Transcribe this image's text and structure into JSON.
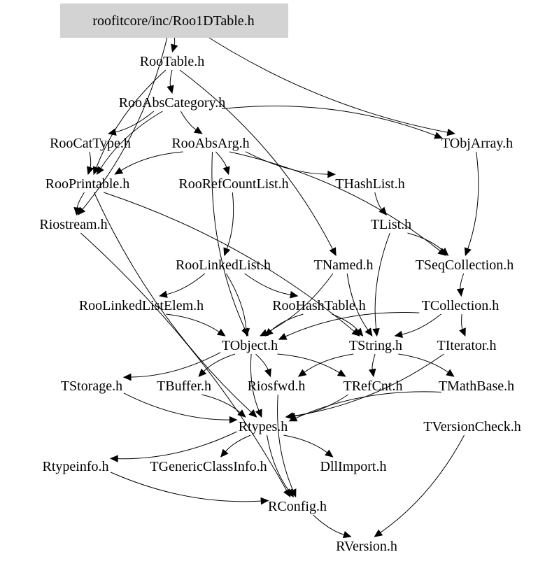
{
  "diagram": {
    "type": "include-dependency-graph",
    "root": "roofitcore/inc/Roo1DTable.h",
    "colors": {
      "root_fill": "#d3d3d3",
      "edge": "#000000",
      "background": "#ffffff"
    },
    "nodes": [
      {
        "id": "root",
        "label": "roofitcore/inc/Roo1DTable.h",
        "highlight": true
      },
      {
        "id": "RooTable",
        "label": "RooTable.h"
      },
      {
        "id": "RooAbsCategory",
        "label": "RooAbsCategory.h"
      },
      {
        "id": "RooCatType",
        "label": "RooCatType.h"
      },
      {
        "id": "RooAbsArg",
        "label": "RooAbsArg.h"
      },
      {
        "id": "TObjArray",
        "label": "TObjArray.h"
      },
      {
        "id": "RooPrintable",
        "label": "RooPrintable.h"
      },
      {
        "id": "RooRefCountList",
        "label": "RooRefCountList.h"
      },
      {
        "id": "THashList",
        "label": "THashList.h"
      },
      {
        "id": "Riostream",
        "label": "Riostream.h"
      },
      {
        "id": "TList",
        "label": "TList.h"
      },
      {
        "id": "RooLinkedList",
        "label": "RooLinkedList.h"
      },
      {
        "id": "TNamed",
        "label": "TNamed.h"
      },
      {
        "id": "TSeqCollection",
        "label": "TSeqCollection.h"
      },
      {
        "id": "RooLinkedListElem",
        "label": "RooLinkedListElem.h"
      },
      {
        "id": "RooHashTable",
        "label": "RooHashTable.h"
      },
      {
        "id": "TCollection",
        "label": "TCollection.h"
      },
      {
        "id": "TObject",
        "label": "TObject.h"
      },
      {
        "id": "TString",
        "label": "TString.h"
      },
      {
        "id": "TIterator",
        "label": "TIterator.h"
      },
      {
        "id": "TStorage",
        "label": "TStorage.h"
      },
      {
        "id": "TBuffer",
        "label": "TBuffer.h"
      },
      {
        "id": "Riosfwd",
        "label": "Riosfwd.h"
      },
      {
        "id": "TRefCnt",
        "label": "TRefCnt.h"
      },
      {
        "id": "TMathBase",
        "label": "TMathBase.h"
      },
      {
        "id": "Rtypes",
        "label": "Rtypes.h"
      },
      {
        "id": "TVersionCheck",
        "label": "TVersionCheck.h"
      },
      {
        "id": "Rtypeinfo",
        "label": "Rtypeinfo.h"
      },
      {
        "id": "TGenericClassInfo",
        "label": "TGenericClassInfo.h"
      },
      {
        "id": "DllImport",
        "label": "DllImport.h"
      },
      {
        "id": "RConfig",
        "label": "RConfig.h"
      },
      {
        "id": "RVersion",
        "label": "RVersion.h"
      }
    ],
    "edges": [
      [
        "root",
        "RooTable"
      ],
      [
        "root",
        "TObjArray"
      ],
      [
        "root",
        "Riostream"
      ],
      [
        "RooTable",
        "RooAbsCategory"
      ],
      [
        "RooTable",
        "TNamed"
      ],
      [
        "RooTable",
        "RooPrintable"
      ],
      [
        "RooAbsCategory",
        "RooCatType"
      ],
      [
        "RooAbsCategory",
        "RooAbsArg"
      ],
      [
        "RooAbsCategory",
        "TObjArray"
      ],
      [
        "RooAbsCategory",
        "RooPrintable"
      ],
      [
        "RooCatType",
        "RooPrintable"
      ],
      [
        "RooAbsArg",
        "RooPrintable"
      ],
      [
        "RooAbsArg",
        "RooRefCountList"
      ],
      [
        "RooAbsArg",
        "THashList"
      ],
      [
        "RooAbsArg",
        "TSeqCollection"
      ],
      [
        "RooAbsArg",
        "TObject"
      ],
      [
        "TObjArray",
        "TSeqCollection"
      ],
      [
        "RooPrintable",
        "Riostream"
      ],
      [
        "RooPrintable",
        "TString"
      ],
      [
        "RooPrintable",
        "Rtypes"
      ],
      [
        "RooRefCountList",
        "RooLinkedList"
      ],
      [
        "THashList",
        "TList"
      ],
      [
        "TList",
        "TSeqCollection"
      ],
      [
        "TList",
        "TString"
      ],
      [
        "RooLinkedList",
        "RooLinkedListElem"
      ],
      [
        "RooLinkedList",
        "RooHashTable"
      ],
      [
        "RooLinkedList",
        "TObject"
      ],
      [
        "TNamed",
        "TString"
      ],
      [
        "TNamed",
        "TObject"
      ],
      [
        "TSeqCollection",
        "TCollection"
      ],
      [
        "RooLinkedListElem",
        "TObject"
      ],
      [
        "RooHashTable",
        "TObject"
      ],
      [
        "RooHashTable",
        "TString"
      ],
      [
        "TCollection",
        "TObject"
      ],
      [
        "TCollection",
        "TString"
      ],
      [
        "TCollection",
        "TIterator"
      ],
      [
        "TObject",
        "TStorage"
      ],
      [
        "TObject",
        "TBuffer"
      ],
      [
        "TObject",
        "Riosfwd"
      ],
      [
        "TObject",
        "Rtypes"
      ],
      [
        "TObject",
        "TRefCnt"
      ],
      [
        "TString",
        "TRefCnt"
      ],
      [
        "TString",
        "TMathBase"
      ],
      [
        "TString",
        "Riosfwd"
      ],
      [
        "TIterator",
        "Rtypes"
      ],
      [
        "TStorage",
        "Rtypes"
      ],
      [
        "TBuffer",
        "Rtypes"
      ],
      [
        "Riosfwd",
        "RConfig"
      ],
      [
        "TRefCnt",
        "Rtypes"
      ],
      [
        "TMathBase",
        "Rtypes"
      ],
      [
        "Rtypes",
        "Rtypeinfo"
      ],
      [
        "Rtypes",
        "TGenericClassInfo"
      ],
      [
        "Rtypes",
        "DllImport"
      ],
      [
        "Rtypes",
        "RConfig"
      ],
      [
        "Riostream",
        "RConfig"
      ],
      [
        "Rtypeinfo",
        "RConfig"
      ],
      [
        "TVersionCheck",
        "RVersion"
      ],
      [
        "RConfig",
        "RVersion"
      ]
    ]
  }
}
